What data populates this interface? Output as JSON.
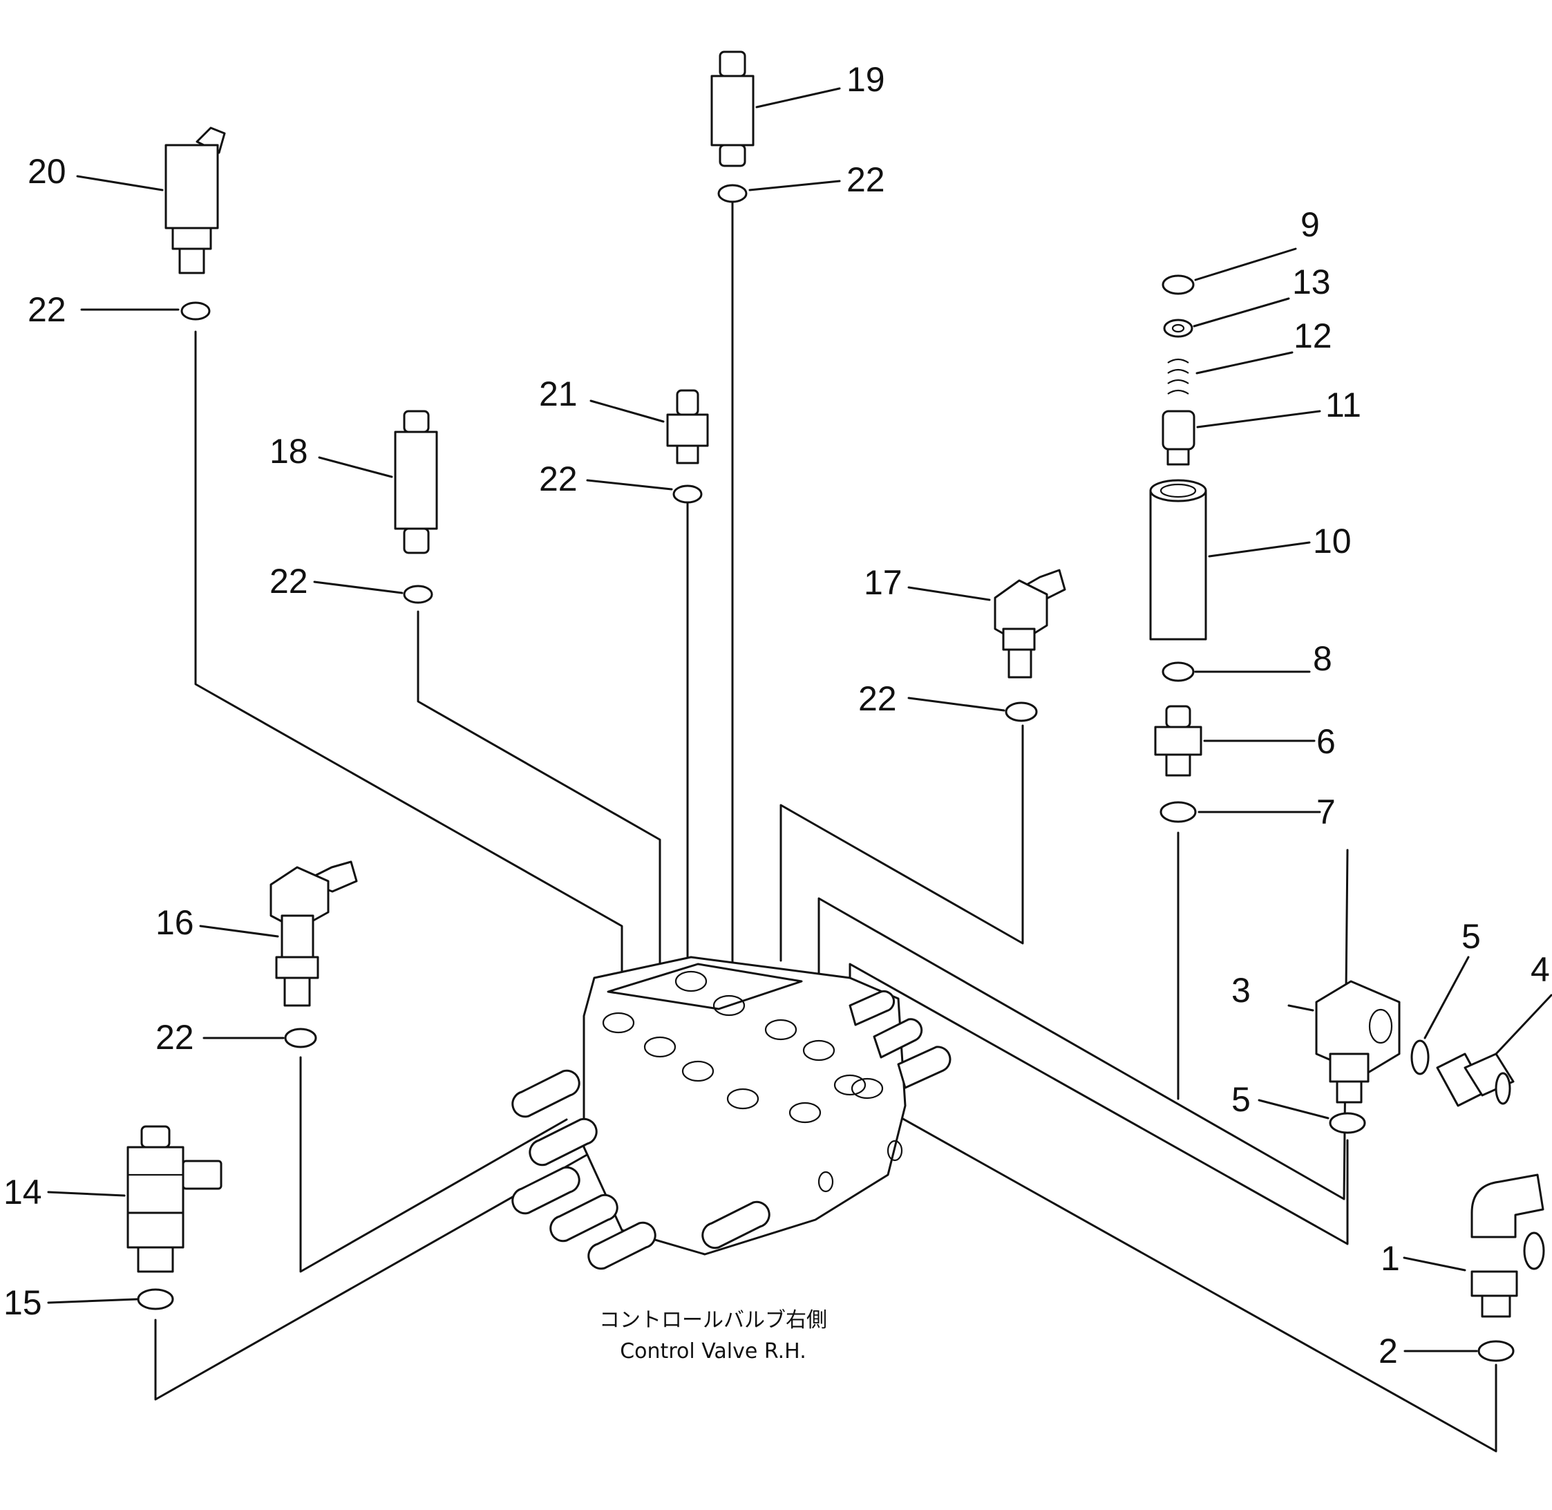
{
  "diagram": {
    "caption_jp": "コントロールバルブ右側",
    "caption_en": "Control Valve R.H.",
    "callouts": {
      "p1": "1",
      "p2": "2",
      "p3": "3",
      "p4": "4",
      "p5a": "5",
      "p5b": "5",
      "p6": "6",
      "p7": "7",
      "p8": "8",
      "p9": "9",
      "p10": "10",
      "p11": "11",
      "p12": "12",
      "p13": "13",
      "p14": "14",
      "p15": "15",
      "p16": "16",
      "p17": "17",
      "p18": "18",
      "p19": "19",
      "p20": "20",
      "p21": "21",
      "p22a": "22",
      "p22b": "22",
      "p22c": "22",
      "p22d": "22",
      "p22e": "22",
      "p22f": "22"
    }
  }
}
